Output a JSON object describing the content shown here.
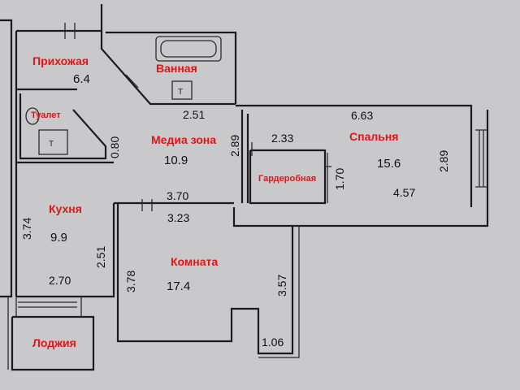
{
  "rooms": {
    "hallway": {
      "name": "Прихожая",
      "area": "6.4"
    },
    "bathroom": {
      "name": "Ванная"
    },
    "toilet": {
      "name": "Туалет"
    },
    "media": {
      "name": "Медиа зона",
      "area": "10.9"
    },
    "bedroom": {
      "name": "Спальня",
      "area": "15.6"
    },
    "wardrobe": {
      "name": "Гардеробная"
    },
    "kitchen": {
      "name": "Кухня",
      "area": "9.9"
    },
    "room": {
      "name": "Комната",
      "area": "17.4"
    },
    "loggia": {
      "name": "Лоджия"
    }
  },
  "dims": {
    "d251_top": "2.51",
    "d663": "6.63",
    "d233": "2.33",
    "d289_media": "2.89",
    "d289_bed": "2.89",
    "d080": "0.80",
    "d170": "1.70",
    "d457": "4.57",
    "d370": "3.70",
    "d323": "3.23",
    "d374": "3.74",
    "d251_kitchen": "2.51",
    "d378": "3.78",
    "d357": "3.57",
    "d270": "2.70",
    "d106": "1.06"
  },
  "colors": {
    "paper": "#c9c9cc",
    "wall": "#1c1c1c",
    "label": "#e41414"
  }
}
